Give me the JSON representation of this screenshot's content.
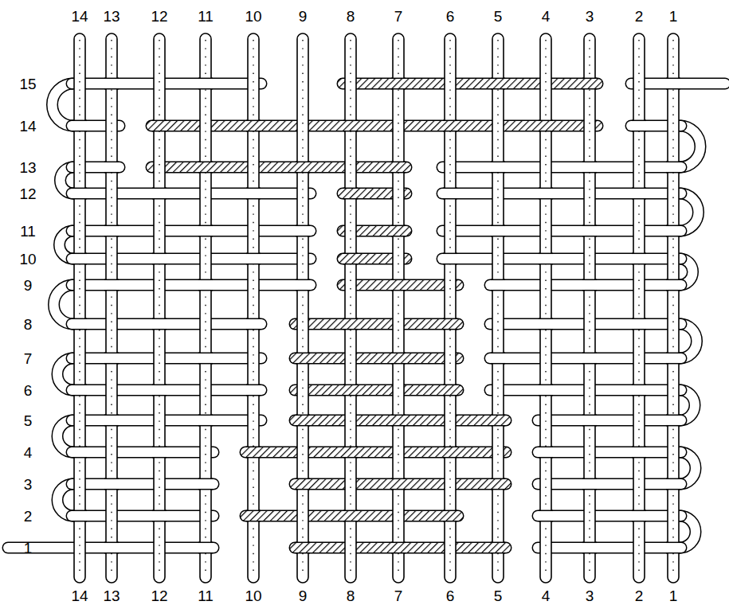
{
  "diagram": {
    "labels": [
      "14",
      "13",
      "12",
      "11",
      "10",
      "9",
      "8",
      "7",
      "6",
      "5",
      "4",
      "3",
      "2",
      "1",
      "15",
      "14",
      "13",
      "12",
      "11",
      "10",
      "9",
      "8",
      "7",
      "6",
      "5",
      "4",
      "3",
      "2",
      "1",
      "14",
      "13",
      "12",
      "11",
      "10",
      "9",
      "8",
      "7",
      "6",
      "5",
      "4",
      "3",
      "2",
      "1"
    ]
  }
}
